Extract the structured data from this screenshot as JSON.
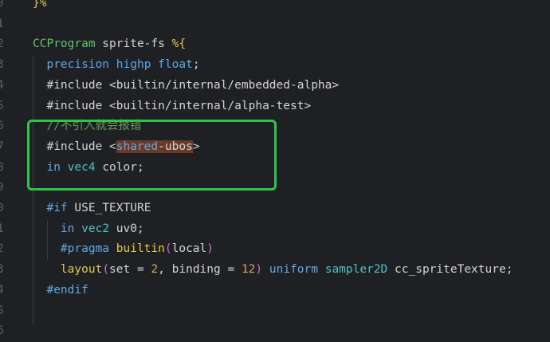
{
  "editor": {
    "lines": [
      {
        "num": "0",
        "tokens": [
          {
            "t": "}%",
            "c": "brace"
          }
        ]
      },
      {
        "num": "1",
        "tokens": []
      },
      {
        "num": "2",
        "tokens": [
          {
            "t": "CCProgram",
            "c": "green"
          },
          {
            "t": " sprite-fs ",
            "c": "plain"
          },
          {
            "t": "%{",
            "c": "brace"
          }
        ]
      },
      {
        "num": "3",
        "tokens": [
          {
            "t": "  ",
            "c": "plain"
          },
          {
            "t": "precision",
            "c": "kw"
          },
          {
            "t": " ",
            "c": "plain"
          },
          {
            "t": "highp",
            "c": "kw"
          },
          {
            "t": " ",
            "c": "plain"
          },
          {
            "t": "float",
            "c": "kw"
          },
          {
            "t": ";",
            "c": "plain"
          }
        ]
      },
      {
        "num": "4",
        "tokens": [
          {
            "t": "  #include <builtin/internal/embedded-alpha>",
            "c": "plain"
          }
        ]
      },
      {
        "num": "5",
        "tokens": [
          {
            "t": "  #include <builtin/internal/alpha-test>",
            "c": "plain"
          }
        ]
      },
      {
        "num": "6",
        "tokens": [
          {
            "t": "  //不引入就会报错",
            "c": "cmt"
          }
        ]
      },
      {
        "num": "7",
        "tokens": [
          {
            "t": "  #include <",
            "c": "plain"
          },
          {
            "t": "shared",
            "c": "hlkw"
          },
          {
            "t": "-ubos",
            "c": "hl"
          },
          {
            "t": ">",
            "c": "plain"
          }
        ]
      },
      {
        "num": "8",
        "tokens": [
          {
            "t": "  ",
            "c": "plain"
          },
          {
            "t": "in",
            "c": "kw"
          },
          {
            "t": " ",
            "c": "plain"
          },
          {
            "t": "vec4",
            "c": "ty"
          },
          {
            "t": " color;",
            "c": "plain"
          }
        ]
      },
      {
        "num": "9",
        "tokens": []
      },
      {
        "num": "0",
        "tokens": [
          {
            "t": "  ",
            "c": "plain"
          },
          {
            "t": "#if",
            "c": "kw"
          },
          {
            "t": " USE_TEXTURE",
            "c": "plain"
          }
        ]
      },
      {
        "num": "1",
        "tokens": [
          {
            "t": "    ",
            "c": "plain"
          },
          {
            "t": "in",
            "c": "kw"
          },
          {
            "t": " ",
            "c": "plain"
          },
          {
            "t": "vec2",
            "c": "ty"
          },
          {
            "t": " uv0;",
            "c": "plain"
          }
        ]
      },
      {
        "num": "2",
        "tokens": [
          {
            "t": "    ",
            "c": "plain"
          },
          {
            "t": "#pragma",
            "c": "kw"
          },
          {
            "t": " ",
            "c": "plain"
          },
          {
            "t": "builtin",
            "c": "fn"
          },
          {
            "t": "(",
            "c": "paren"
          },
          {
            "t": "local",
            "c": "plain"
          },
          {
            "t": ")",
            "c": "paren"
          }
        ]
      },
      {
        "num": "3",
        "tokens": [
          {
            "t": "    ",
            "c": "plain"
          },
          {
            "t": "layout",
            "c": "fn"
          },
          {
            "t": "(",
            "c": "paren"
          },
          {
            "t": "set = ",
            "c": "plain"
          },
          {
            "t": "2",
            "c": "num"
          },
          {
            "t": ", binding = ",
            "c": "plain"
          },
          {
            "t": "12",
            "c": "num"
          },
          {
            "t": ")",
            "c": "paren"
          },
          {
            "t": " ",
            "c": "plain"
          },
          {
            "t": "uniform",
            "c": "kw"
          },
          {
            "t": " ",
            "c": "plain"
          },
          {
            "t": "sampler2D",
            "c": "ty"
          },
          {
            "t": " cc_spriteTexture;",
            "c": "plain"
          }
        ]
      },
      {
        "num": "4",
        "tokens": [
          {
            "t": "  ",
            "c": "plain"
          },
          {
            "t": "#endif",
            "c": "kw"
          }
        ]
      },
      {
        "num": "5",
        "tokens": []
      },
      {
        "num": "6",
        "tokens": []
      }
    ]
  },
  "colors": {
    "background": "#1f2023",
    "highlight_box": "#2fc54a",
    "keyword": "#5fa8e6",
    "type": "#4fc1c8",
    "comment": "#6a9955"
  }
}
